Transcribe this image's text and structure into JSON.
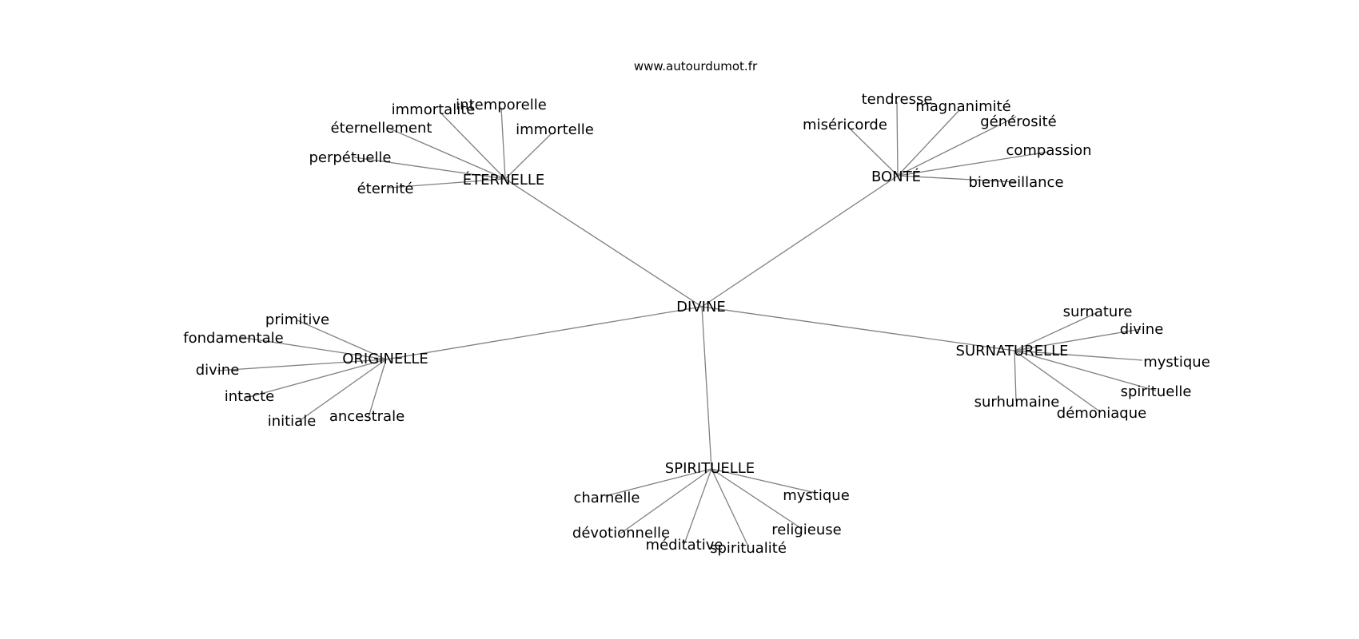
{
  "credit": "www.autourdumot.fr",
  "center": "DIVINE",
  "clusters": [
    {
      "label": "ÉTERNELLE",
      "words": [
        "immortalité",
        "intemporelle",
        "immortelle",
        "éternellement",
        "perpétuelle",
        "éternité"
      ]
    },
    {
      "label": "BONTÉ",
      "words": [
        "tendresse",
        "magnanimité",
        "miséricorde",
        "générosité",
        "compassion",
        "bienveillance"
      ]
    },
    {
      "label": "ORIGINELLE",
      "words": [
        "primitive",
        "fondamentale",
        "divine",
        "intacte",
        "initiale",
        "ancestrale"
      ]
    },
    {
      "label": "SURNATURELLE",
      "words": [
        "surnature",
        "divine",
        "mystique",
        "spirituelle",
        "surhumaine",
        "démoniaque"
      ]
    },
    {
      "label": "SPIRITUELLE",
      "words": [
        "charnelle",
        "mystique",
        "dévotionnelle",
        "religieuse",
        "méditative",
        "spiritualité"
      ]
    }
  ]
}
